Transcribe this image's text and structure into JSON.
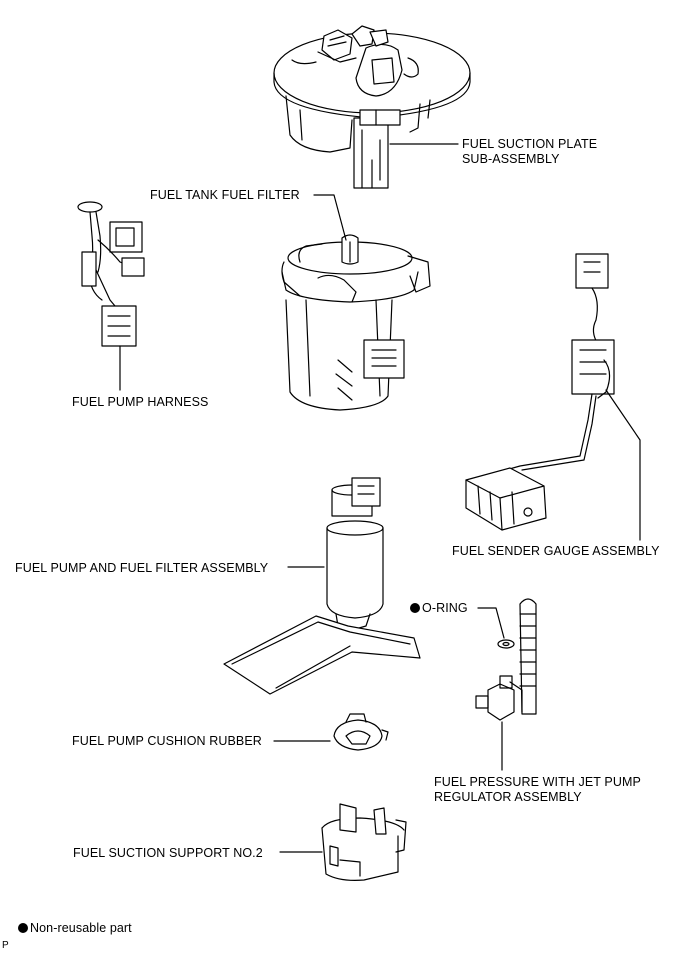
{
  "labels": {
    "suction_plate_line1": "FUEL SUCTION PLATE",
    "suction_plate_line2": "SUB-ASSEMBLY",
    "tank_fuel_filter": "FUEL TANK FUEL FILTER",
    "pump_harness": "FUEL PUMP HARNESS",
    "sender_gauge": "FUEL SENDER GAUGE ASSEMBLY",
    "pump_filter_assy": "FUEL PUMP AND FUEL FILTER ASSEMBLY",
    "o_ring": "O-RING",
    "cushion_rubber": "FUEL PUMP CUSHION RUBBER",
    "regulator_line1": "FUEL PRESSURE WITH JET PUMP",
    "regulator_line2": "REGULATOR ASSEMBLY",
    "suction_support": "FUEL SUCTION SUPPORT NO.2"
  },
  "legend": {
    "non_reusable": "Non-reusable part"
  },
  "figure_code": "P",
  "colors": {
    "line": "#000000",
    "background": "#ffffff"
  }
}
